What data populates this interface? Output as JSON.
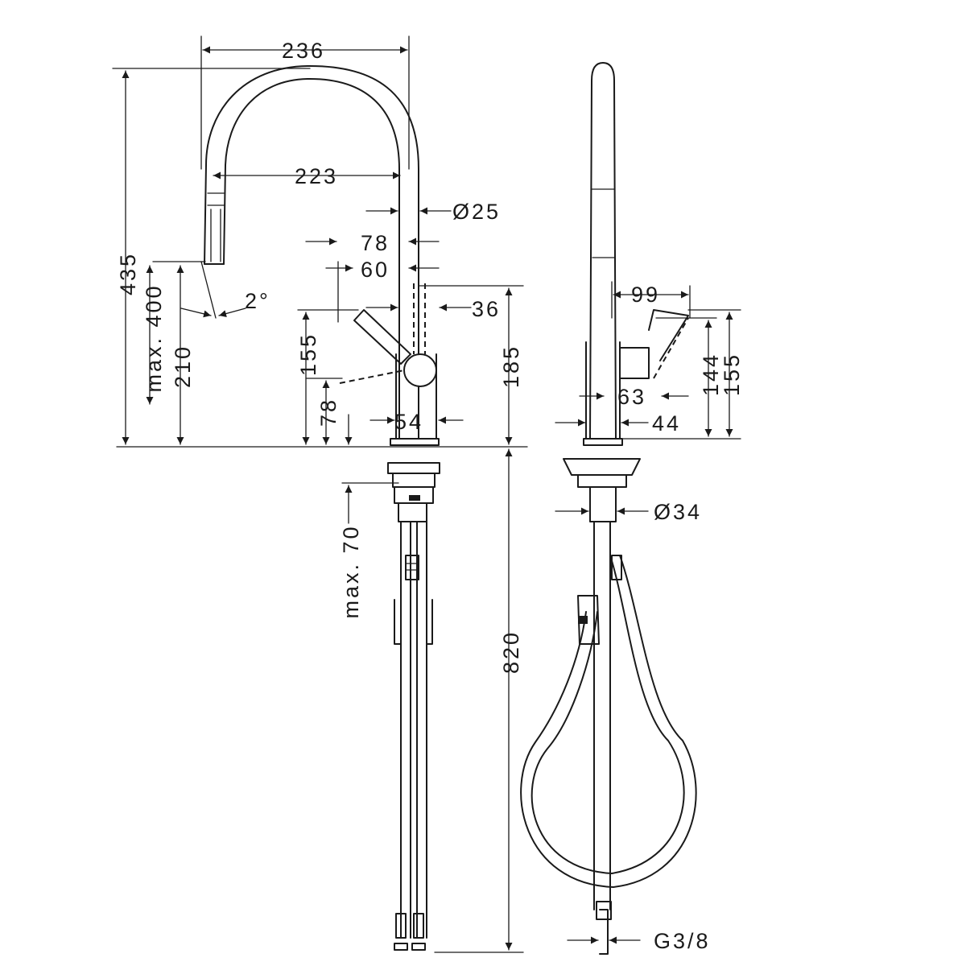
{
  "drawing": {
    "front_view": {
      "dims": {
        "width_total": "236",
        "reach": "223",
        "spout_diameter": "Ø25",
        "offset_78": "78",
        "offset_60": "60",
        "body_36": "36",
        "height_total": "435",
        "max_400": "max. 400",
        "height_210": "210",
        "angle_2": "2°",
        "lever_155": "155",
        "lever_78": "78",
        "height_185": "185",
        "base_54": "54",
        "max_70": "max. 70",
        "length_820": "820"
      }
    },
    "side_view": {
      "dims": {
        "lever_99": "99",
        "lever_63": "63",
        "base_44": "44",
        "height_144": "144",
        "height_155": "155",
        "shank_diameter": "Ø34",
        "thread": "G3/8"
      }
    }
  }
}
